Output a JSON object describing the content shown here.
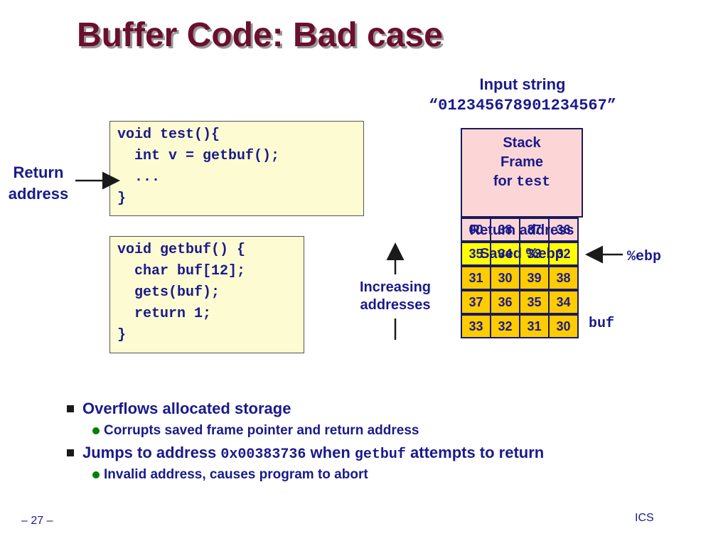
{
  "title": "Buffer Code: Bad case",
  "input": {
    "label": "Input string",
    "value": "“012345678901234567”"
  },
  "code_test": [
    "void test(){",
    "  int v = getbuf();",
    "  ...",
    "}"
  ],
  "code_getbuf": [
    "void getbuf() {",
    "  char buf[12];",
    "  gets(buf);",
    "  return 1;",
    "}"
  ],
  "return_label": [
    "Return",
    "address"
  ],
  "stack": {
    "frame_lines": [
      "Stack",
      "Frame"
    ],
    "frame_for": "for ",
    "frame_fn": "test",
    "rows": [
      [
        "00",
        "38",
        "37",
        "36"
      ],
      [
        "35",
        "34",
        "33",
        "32"
      ],
      [
        "31",
        "30",
        "39",
        "38"
      ],
      [
        "37",
        "36",
        "35",
        "34"
      ],
      [
        "33",
        "32",
        "31",
        "30"
      ]
    ],
    "overlay_return": "Return address",
    "overlay_saved": "Saved %ebp",
    "ebp_label": "%ebp",
    "buf_label": "buf"
  },
  "increasing": [
    "Increasing",
    "addresses"
  ],
  "bullets": {
    "b1": "Overflows allocated storage",
    "b1_sub": "Corrupts saved frame pointer and return address",
    "b2_pre": "Jumps to address ",
    "b2_addr": "0x00383736",
    "b2_mid": " when ",
    "b2_fn": "getbuf",
    "b2_post": " attempts to return",
    "b2_sub": "Invalid address, causes program to abort"
  },
  "footer": {
    "page": "– 27 –",
    "course": "ICS"
  },
  "colors": {
    "title": "#6b0f2e",
    "text": "#1a1a8c",
    "code_bg": "#fdfbd2",
    "stack_pink": "#fcd6d6",
    "saved_yellow": "#ffff00",
    "buf_gold": "#ffcc00",
    "bullet_dot": "#008000"
  }
}
